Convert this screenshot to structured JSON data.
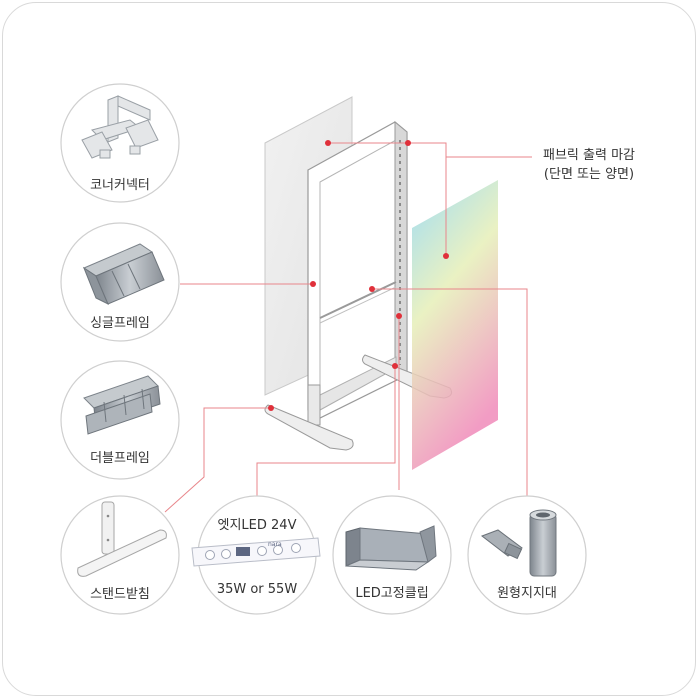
{
  "callout": {
    "line1": "패브릭 출력 마감",
    "line2": "(단면 또는 양면)"
  },
  "parts": {
    "corner_connector": "코너커넥터",
    "single_frame": "싱글프레임",
    "double_frame": "더블프레임",
    "stand_support": "스탠드받침",
    "edge_led": "엣지LED 24V",
    "led_power": "35W or 55W",
    "led_clip": "LED고정클립",
    "round_support": "원형지지대"
  },
  "led_brand": "nara",
  "colors": {
    "accent": "#e0303a",
    "leader": "#e8868b",
    "circle": "#cfcfcf",
    "frame": "#9a9a9a"
  }
}
